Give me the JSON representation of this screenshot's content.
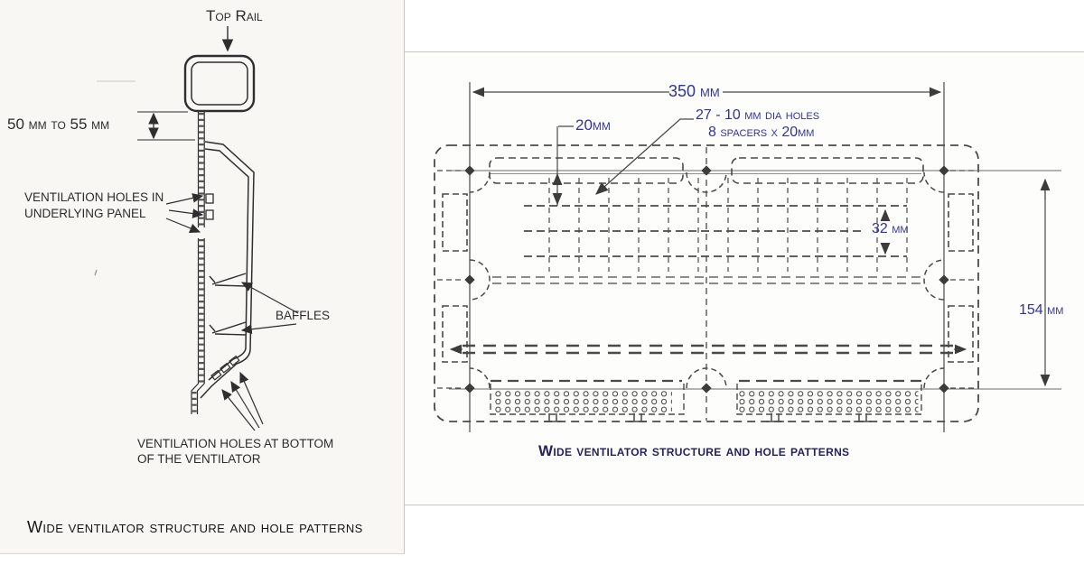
{
  "left_panel": {
    "caption": "Wide ventilator structure and hole patterns",
    "labels": {
      "top_rail": "Top Rail",
      "rail_height": "50 mm to 55 mm",
      "vent_holes_panel_1": "VENTILATION HOLES IN",
      "vent_holes_panel_2": "UNDERLYING PANEL",
      "baffles": "BAFFLES",
      "vent_holes_bottom_1": "VENTILATION HOLES AT BOTTOM",
      "vent_holes_bottom_2": "OF THE VENTILATOR"
    }
  },
  "right_panel": {
    "caption": "Wide ventilator structure and hole patterns",
    "dimensions": {
      "overall_width": "350 mm",
      "hole_top_offset": "20mm",
      "holes_note_1": "27 - 10 mm dia holes",
      "holes_note_2": "8 spacers x 20mm",
      "row_spacing": "32 mm",
      "overall_height": "154 mm"
    }
  },
  "colors": {
    "dimension_text": "#32329e",
    "right_caption_text": "#23235f",
    "left_ink": "#2e2e2e",
    "right_ink": "#4a4a4a",
    "left_paper": "#f8f7f4"
  }
}
